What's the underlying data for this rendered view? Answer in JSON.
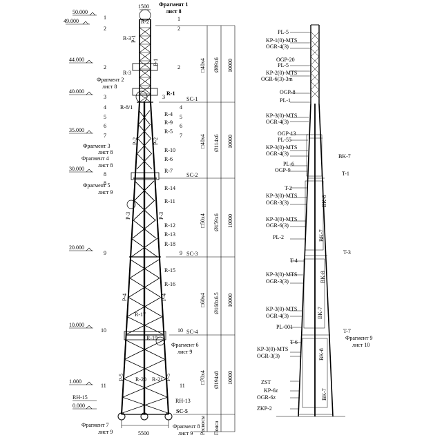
{
  "elevations": [
    {
      "value": "50.000"
    },
    {
      "value": "49.000"
    },
    {
      "value": "44.000"
    },
    {
      "value": "40.000"
    },
    {
      "value": "35.000"
    },
    {
      "value": "30.000"
    },
    {
      "value": "20.000"
    },
    {
      "value": "10.000"
    },
    {
      "value": "1.000"
    },
    {
      "value": "RH-15"
    },
    {
      "value": "0.000"
    }
  ],
  "top_dim": "1500",
  "bottom_dim": "5500",
  "section_cuts": [
    "1",
    "2",
    "2",
    "1",
    "2",
    "2",
    "3",
    "3",
    "4",
    "4",
    "5",
    "5",
    "6",
    "6",
    "7",
    "7",
    "8",
    "8",
    "9",
    "9",
    "10",
    "10",
    "11",
    "11"
  ],
  "ring_labels": [
    "R-2",
    "R-3",
    "R-1",
    "R-3",
    "R-8/1",
    "R-4",
    "R-9",
    "R-5",
    "R-10",
    "R-6",
    "R-7",
    "R-14",
    "R-11",
    "R-12",
    "R-13",
    "R-18",
    "R-15",
    "R-16",
    "R-17",
    "R-19",
    "R-20",
    "R-21",
    "RH-13"
  ],
  "leg_labels": [
    "P-1",
    "P-1",
    "P-2",
    "P-2",
    "P-3",
    "P-3",
    "P-4",
    "P-4",
    "P-5",
    "P-5"
  ],
  "fragments": [
    {
      "name": "Фрагмент 1",
      "sheet": "лист 8"
    },
    {
      "name": "Фрагмент 2",
      "sheet": "лист 8"
    },
    {
      "name": "Фрагмент 3",
      "sheet": "лист 8"
    },
    {
      "name": "Фрагмент 4",
      "sheet": "лист 8"
    },
    {
      "name": "Фрагмент 5",
      "sheet": "лист 9"
    },
    {
      "name": "Фрагмент 6",
      "sheet": "лист 9"
    },
    {
      "name": "Фрагмент 7",
      "sheet": "лист 9"
    },
    {
      "name": "Фрагмент 8",
      "sheet": "лист 9"
    },
    {
      "name": "Фрагмент 9",
      "sheet": "лист 10"
    }
  ],
  "sections": [
    {
      "sc": "SC-1",
      "brace": "□40x4",
      "leg": "Ø89x6",
      "len": "10000"
    },
    {
      "sc": "SC-2",
      "brace": "□40x4",
      "leg": "Ø114x6",
      "len": "10000"
    },
    {
      "sc": "SC-3",
      "brace": "□50x4",
      "leg": "Ø159x6",
      "len": "10000"
    },
    {
      "sc": "SC-4",
      "brace": "□60x4",
      "leg": "Ø168x6.5",
      "len": "10000"
    },
    {
      "sc": "SC-5",
      "brace": "□70x4",
      "leg": "Ø194x8",
      "len": "10000"
    }
  ],
  "column_headers": [
    "Раскосы",
    "Пояса"
  ],
  "right_labels": [
    "PL-5",
    "KP-1(0)-MTS",
    "OGR-4(3)",
    "OGP-20",
    "PL-5",
    "KP-2(0)-MTS",
    "OGR-6(3)-3m",
    "OGP-8",
    "PL-1",
    "KP-3(0)-MTS",
    "OGR-4(3)",
    "OGP-13",
    "PL-55",
    "KP-3(0)-MTS",
    "OGR-4(3)",
    "PL-6",
    "OGP-9",
    "T-2",
    "KP-3(0)-MTS",
    "OGR-3(3)",
    "KP-3(0)-MTS",
    "OGR-6(3)",
    "PL-2",
    "T-4",
    "KP-3(0)-MTS",
    "OGR-3(3)",
    "KP-3(0)-MTS",
    "OGR-4(3)",
    "PL-001",
    "T-6",
    "KP-3(0)-MTS",
    "OGR-3(3)",
    "ZST",
    "KP-6z",
    "OGR-6z",
    "ZKP-2"
  ],
  "right_side_labels": [
    "BK-7",
    "T-1",
    "T-3",
    "T-7"
  ],
  "vertical_bk": [
    "BK-8",
    "BK-7",
    "BK-8",
    "BK-7",
    "BK-8",
    "BK-7"
  ]
}
